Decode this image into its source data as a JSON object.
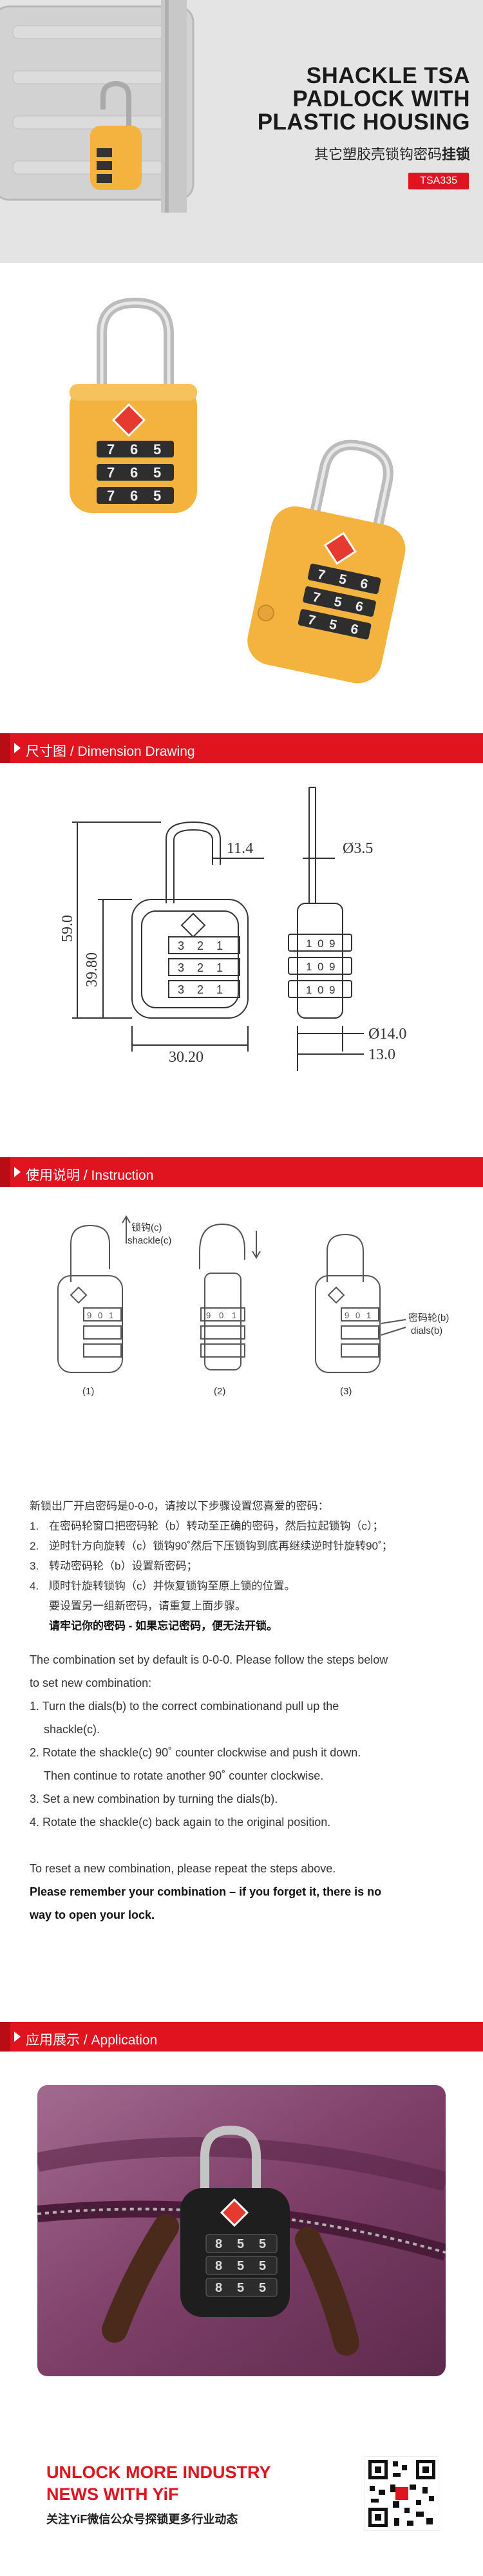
{
  "hero": {
    "title_lines": [
      "SHACKLE TSA",
      "PADLOCK WITH",
      "PLASTIC HOUSING"
    ],
    "subtitle_normal": "其它塑胶壳锁钩密码",
    "subtitle_bold": "挂锁",
    "model": "TSA335"
  },
  "lock_dials": {
    "front": [
      "7",
      "6",
      "5"
    ],
    "side": [
      "7",
      "5",
      "6"
    ]
  },
  "sections": {
    "dimension": "尺寸图 / Dimension Drawing",
    "instruction": "使用说明 / Instruction",
    "application": "应用展示 / Application"
  },
  "dimension": {
    "height_total": "59.0",
    "height_body": "39.80",
    "width_body": "30.20",
    "shackle_gap": "11.4",
    "shackle_dia": "Ø3.5",
    "side_dia": "Ø14.0",
    "side_depth": "13.0",
    "dial_digits": [
      "3",
      "2",
      "1"
    ],
    "side_digits": [
      "1",
      "0",
      "9"
    ]
  },
  "instruction_figs": {
    "shackle_label_zh": "锁钩(c)",
    "shackle_label_en": "shackle(c)",
    "dials_label_zh": "密码轮(b)",
    "dials_label_en": "dials(b)",
    "fig1": "(1)",
    "fig2": "(2)",
    "fig3": "(3)",
    "digits": [
      "9",
      "0",
      "1"
    ]
  },
  "zh_steps": {
    "intro": "新锁出厂开启密码是0-0-0，请按以下步骤设置您喜爱的密码：",
    "s1n": "1.",
    "s1": "在密码轮窗口把密码轮（b）转动至正确的密码，然后拉起锁钩（c）；",
    "s2n": "2.",
    "s2": "逆时针方向旋转（c）锁钩90˚然后下压锁钩到底再继续逆时针旋转90˚；",
    "s3n": "3.",
    "s3": "转动密码轮（b）设置新密码；",
    "s4n": "4.",
    "s4": "顺时针旋转锁钩（c）并恢复锁钩至原上锁的位置。",
    "reset": "要设置另一组新密码，请重复上面步骤。",
    "warning": "请牢记你的密码 - 如果忘记密码，便无法开锁。"
  },
  "en_steps": {
    "intro1": "The combination set by default is 0-0-0. Please follow the steps below",
    "intro2": "to set new combination:",
    "s1a": "1. Turn the dials(b) to the correct combinationand pull up the",
    "s1b": "shackle(c).",
    "s2a": "2. Rotate the shackle(c) 90˚ counter clockwise and push it down.",
    "s2b": "Then continue to rotate another 90˚ counter clockwise.",
    "s3": "3. Set a new combination by turning the dials(b).",
    "s4": "4. Rotate the shackle(c) back again to the original position.",
    "reset": "To reset a new combination, please repeat the steps above.",
    "warn1": "Please remember your combination – if you forget it, there is no",
    "warn2": "way to open your lock."
  },
  "photo_dials": [
    "8",
    "5",
    "5"
  ],
  "footer": {
    "title1": "UNLOCK MORE INDUSTRY",
    "title2": "NEWS WITH YiF",
    "subtitle": "关注YiF微信公众号探锁更多行业动态"
  },
  "colors": {
    "accent": "#e0141e",
    "lock_body": "#f3b33e",
    "hero_bg": "#e4e4e4"
  }
}
